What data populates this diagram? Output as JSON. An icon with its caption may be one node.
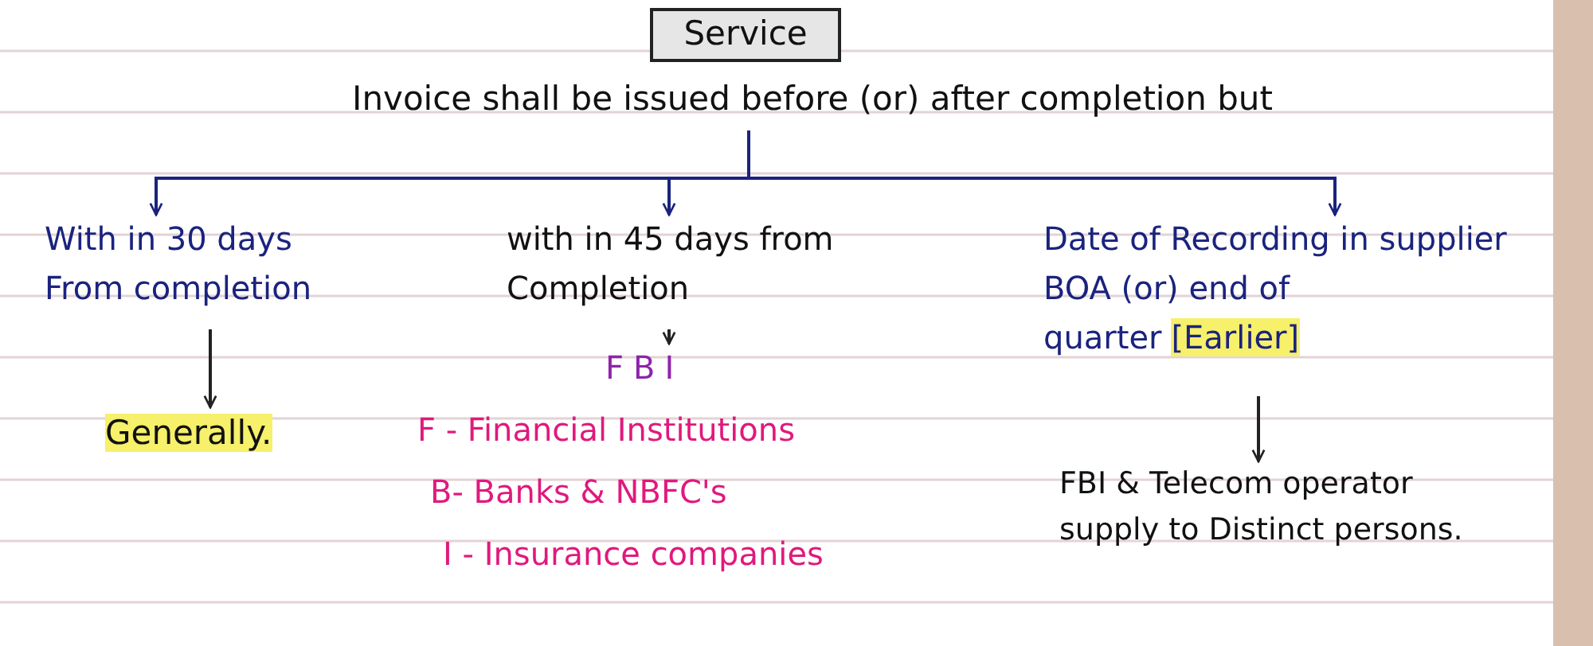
{
  "diagram": {
    "nodes": [
      {
        "text": [
          "Service"
        ]
      },
      {
        "text": [
          "Invoice shall be issued before (or) after completion but"
        ]
      },
      {
        "text": [
          "With in 30 days From completion"
        ]
      },
      {
        "text": [
          "with in 45 days from Completion"
        ]
      },
      {
        "text": [
          "Date of Recording in supplier BOA (or) end of quarter",
          "[Earlier]"
        ]
      },
      {
        "text": [
          "Generally."
        ]
      },
      {
        "text": [
          "FBI"
        ]
      },
      {
        "text": [
          "FBI & Telecom operator supply to Distinct persons."
        ]
      }
    ],
    "edges": [
      {
        "from": 1,
        "to": 2,
        "arrow": "to"
      },
      {
        "from": 1,
        "to": 3,
        "arrow": "to"
      },
      {
        "from": 1,
        "to": 4,
        "arrow": "to"
      },
      {
        "from": 2,
        "to": 5,
        "arrow": "to",
        "color": "#222222"
      },
      {
        "from": 3,
        "to": 6,
        "arrow": "to",
        "color": "#222222"
      },
      {
        "from": 4,
        "to": 7,
        "arrow": "to",
        "color": "#222222"
      }
    ],
    "labels": [
      "F - Financial Institutions",
      "B- Banks & NBFC's",
      "I - Insurance companies"
    ]
  }
}
